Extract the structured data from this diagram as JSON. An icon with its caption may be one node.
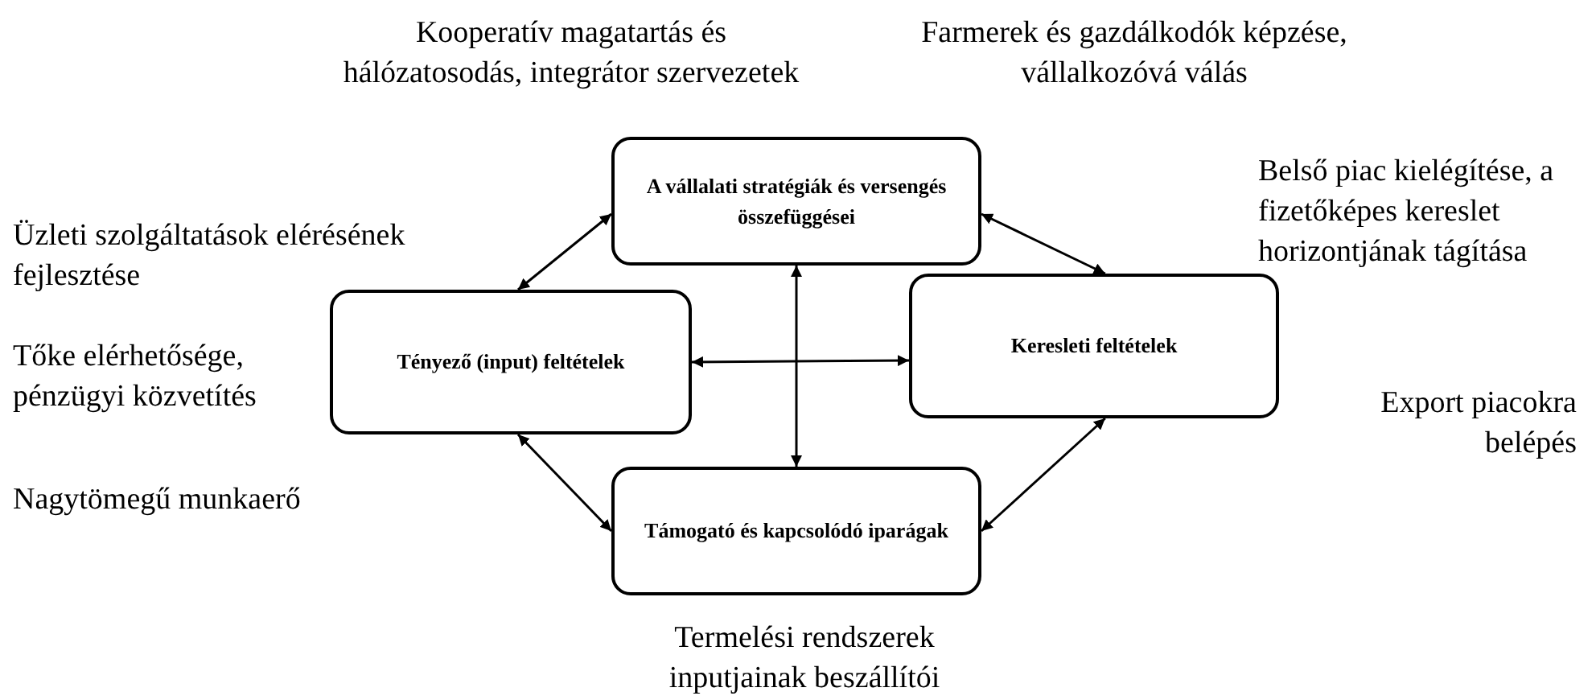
{
  "diagram": {
    "nodes": [
      {
        "text": [
          "A vállalati stratégiák és versengés összefüggései"
        ]
      },
      {
        "text": [
          "Tényező (input) feltételek"
        ]
      },
      {
        "text": [
          "Keresleti feltételek"
        ]
      },
      {
        "text": [
          "Támogató és kapcsolódó iparágak"
        ]
      }
    ],
    "edges": [
      {
        "from": 0,
        "to": 1,
        "arrow": "both"
      },
      {
        "from": 0,
        "to": 2,
        "arrow": "both"
      },
      {
        "from": 1,
        "to": 3,
        "arrow": "both"
      },
      {
        "from": 2,
        "to": 3,
        "arrow": "both"
      },
      {
        "from": 0,
        "to": 3,
        "arrow": "both"
      },
      {
        "from": 1,
        "to": 2,
        "arrow": "both"
      }
    ],
    "labels": [
      "Kooperatív magatartás és hálózatosodás, integrátor szervezetek",
      "Farmerek és gazdálkodók képzése, vállalkozóvá válás",
      "Belső piac kielégítése, a fizetőképes kereslet horizontjának tágítása",
      "Üzleti szolgáltatások elérésének fejlesztése",
      "Tőke elérhetősége, pénzügyi közvetítés",
      "Export piacokra belépés",
      "Nagytömegű munkaerő",
      "Termelési rendszerek inputjainak beszállítói"
    ]
  }
}
